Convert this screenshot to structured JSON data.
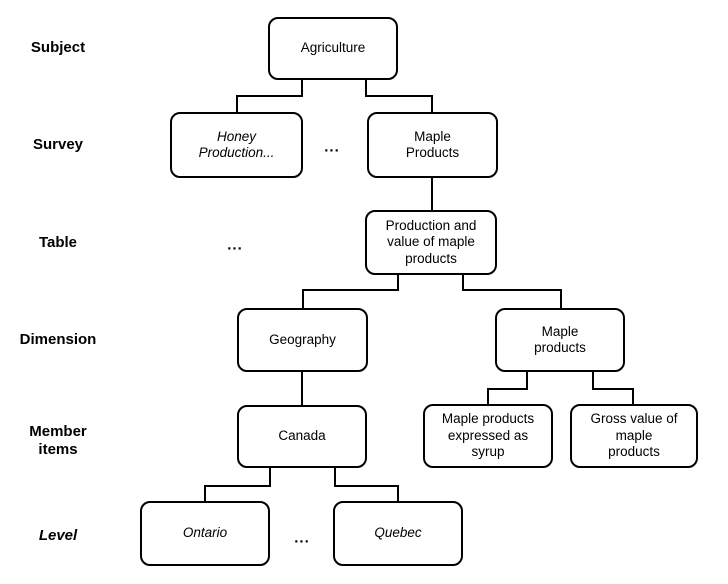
{
  "row_labels": {
    "subject": "Subject",
    "survey": "Survey",
    "table": "Table",
    "dimension": "Dimension",
    "member_items": "Member\nitems",
    "level": "Level"
  },
  "nodes": {
    "agriculture": "Agriculture",
    "honey_production": "Honey\nProduction...",
    "maple_products_survey": "Maple\nProducts",
    "production_value": "Production and\nvalue of maple\nproducts",
    "geography": "Geography",
    "maple_products_dimension": "Maple\nproducts",
    "canada": "Canada",
    "maple_syrup": "Maple products\nexpressed as\nsyrup",
    "gross_value": "Gross value of\nmaple\nproducts",
    "ontario": "Ontario",
    "quebec": "Quebec"
  },
  "ellipses": {
    "survey": "...",
    "table": "...",
    "level": "..."
  },
  "colors": {
    "background": "#ffffff",
    "line": "#000000",
    "text": "#000000"
  }
}
